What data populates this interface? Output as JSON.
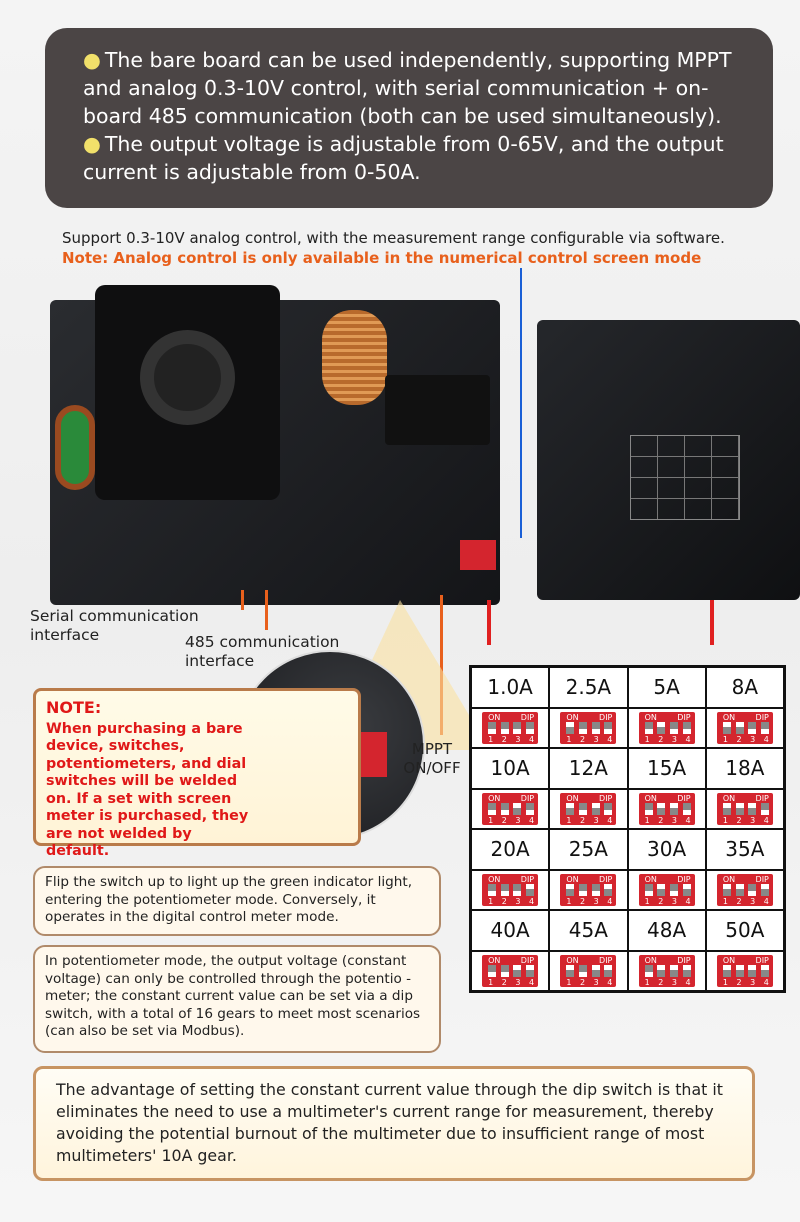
{
  "top_bullets": [
    "The bare board can be used independently, supporting MPPT and analog 0.3-10V control, with serial communication + on-board 485 communication (both can be used simultaneously).",
    "The output voltage is adjustable from 0-65V, and the output current is adjustable from 0-50A."
  ],
  "caption": "Support 0.3-10V analog control, with the measurement range configurable via software.",
  "caption_note": "Note: Analog control is only available in the numerical control screen mode",
  "serial_label": "Serial communication interface",
  "rs485_label": "485 communication interface",
  "mppt_label": "MPPT ON/OFF",
  "note": {
    "title": "NOTE:",
    "text": "When purchasing a bare device, switches, potentiometers, and dial switches will be welded on. If a set with screen meter is purchased, they are not welded by default."
  },
  "info1": "Flip the switch up to light up the green indicator light, entering the potentiometer mode. Conversely, it operates in the digital control meter mode.",
  "info2": "In potentiometer mode, the output voltage (constant voltage) can only be controlled through the potentio -meter; the constant current value can be set via a dip switch, with a total of 16 gears to meet most scenarios (can also be set via Modbus).",
  "info3": "The advantage of setting the constant current value through the dip switch is that it eliminates the need to use a multimeter's current range for measurement, thereby avoiding the potential burnout of the multimeter due to insufficient range of most multimeters' 10A gear.",
  "dip_labels": {
    "on": "ON",
    "dip": "DIP",
    "nums": [
      "1",
      "2",
      "3",
      "4"
    ]
  },
  "dip_table": [
    {
      "current": "1.0A",
      "switches": "0000"
    },
    {
      "current": "2.5A",
      "switches": "1000"
    },
    {
      "current": "5A",
      "switches": "0100"
    },
    {
      "current": "8A",
      "switches": "1100"
    },
    {
      "current": "10A",
      "switches": "0010"
    },
    {
      "current": "12A",
      "switches": "1010"
    },
    {
      "current": "15A",
      "switches": "0110"
    },
    {
      "current": "18A",
      "switches": "1110"
    },
    {
      "current": "20A",
      "switches": "0001"
    },
    {
      "current": "25A",
      "switches": "1001"
    },
    {
      "current": "30A",
      "switches": "0101"
    },
    {
      "current": "35A",
      "switches": "1101"
    },
    {
      "current": "40A",
      "switches": "0011"
    },
    {
      "current": "45A",
      "switches": "1011"
    },
    {
      "current": "48A",
      "switches": "0111"
    },
    {
      "current": "50A",
      "switches": "1111"
    }
  ]
}
